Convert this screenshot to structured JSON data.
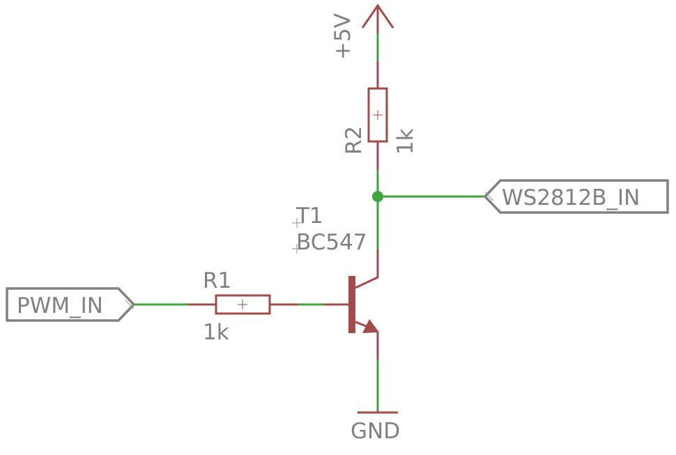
{
  "supply": {
    "label": "+5V"
  },
  "ground": {
    "label": "GND"
  },
  "r1": {
    "name": "R1",
    "value": "1k"
  },
  "r2": {
    "name": "R2",
    "value": "1k"
  },
  "t1": {
    "name": "T1",
    "value": "BC547"
  },
  "ports": {
    "input": "PWM_IN",
    "output": "WS2812B_IN"
  },
  "colors": {
    "wire": "#3ca63c",
    "part": "#a34a4a",
    "label": "#808080"
  }
}
